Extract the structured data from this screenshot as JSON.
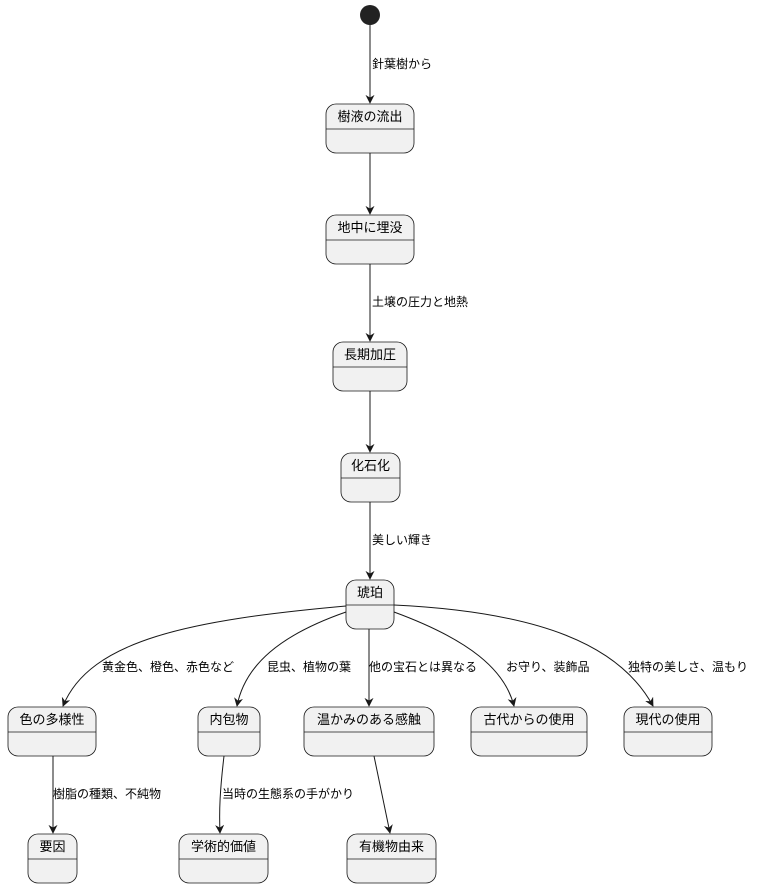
{
  "diagram": {
    "nodes": [
      {
        "id": "start",
        "type": "start"
      },
      {
        "id": "resin",
        "label": "樹液の流出"
      },
      {
        "id": "buried",
        "label": "地中に埋没"
      },
      {
        "id": "pressure",
        "label": "長期加圧"
      },
      {
        "id": "fossil",
        "label": "化石化"
      },
      {
        "id": "amber",
        "label": "琥珀"
      },
      {
        "id": "colors",
        "label": "色の多様性"
      },
      {
        "id": "inclusions",
        "label": "内包物"
      },
      {
        "id": "warmth",
        "label": "温かみのある感触"
      },
      {
        "id": "ancient",
        "label": "古代からの使用"
      },
      {
        "id": "modern",
        "label": "現代の使用"
      },
      {
        "id": "cause",
        "label": "要因"
      },
      {
        "id": "academic",
        "label": "学術的価値"
      },
      {
        "id": "organic",
        "label": "有機物由来"
      }
    ],
    "edges": [
      {
        "from": "start",
        "to": "resin",
        "label": "針葉樹から"
      },
      {
        "from": "resin",
        "to": "buried",
        "label": ""
      },
      {
        "from": "buried",
        "to": "pressure",
        "label": "土壌の圧力と地熱"
      },
      {
        "from": "pressure",
        "to": "fossil",
        "label": ""
      },
      {
        "from": "fossil",
        "to": "amber",
        "label": "美しい輝き"
      },
      {
        "from": "amber",
        "to": "colors",
        "label": "黄金色、橙色、赤色など"
      },
      {
        "from": "amber",
        "to": "inclusions",
        "label": "昆虫、植物の葉"
      },
      {
        "from": "amber",
        "to": "warmth",
        "label": "他の宝石とは異なる"
      },
      {
        "from": "amber",
        "to": "ancient",
        "label": "お守り、装飾品"
      },
      {
        "from": "amber",
        "to": "modern",
        "label": "独特の美しさ、温もり"
      },
      {
        "from": "colors",
        "to": "cause",
        "label": "樹脂の種類、不純物"
      },
      {
        "from": "inclusions",
        "to": "academic",
        "label": "当時の生態系の手がかり"
      },
      {
        "from": "warmth",
        "to": "organic",
        "label": ""
      }
    ]
  }
}
